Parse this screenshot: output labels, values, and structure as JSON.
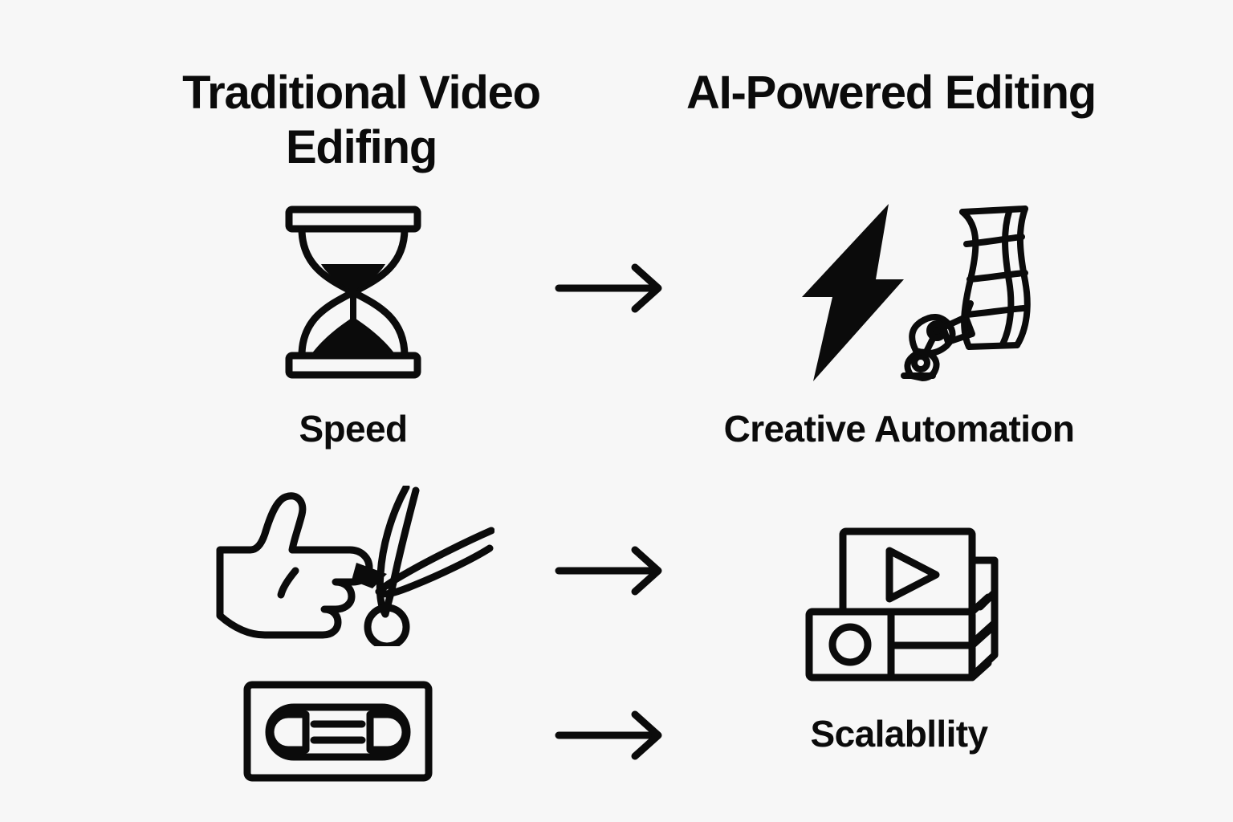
{
  "background_color": "#F7F7F7",
  "ink_color": "#0B0B0B",
  "columns": {
    "left": {
      "heading": "Traditional Video Edifing",
      "heading_lines": [
        "Traditional Video",
        "Edifing"
      ]
    },
    "right": {
      "heading": "AI-Powered Editing",
      "heading_lines": [
        "AI-Powered",
        "Editing"
      ]
    }
  },
  "rows": [
    {
      "left_icon": "hourglass-icon",
      "arrow": "arrow-right-icon",
      "right_icon": "lightning-bolt-robot-arm-film-icon",
      "left_label": "Speed",
      "right_label": "Creative Automation"
    },
    {
      "left_icon": "hand-scissors-icon",
      "arrow": "arrow-right-icon",
      "right_icon": "media-stack-play-icon",
      "left_label": "",
      "right_label": ""
    },
    {
      "left_icon": "vhs-cassette-icon",
      "arrow": "arrow-right-icon",
      "right_icon": "",
      "left_label": "",
      "right_label": "Scalabllity"
    }
  ],
  "labels": {
    "speed": "Speed",
    "creative_automation": "Creative Automation",
    "scalability": "Scalabllity"
  }
}
